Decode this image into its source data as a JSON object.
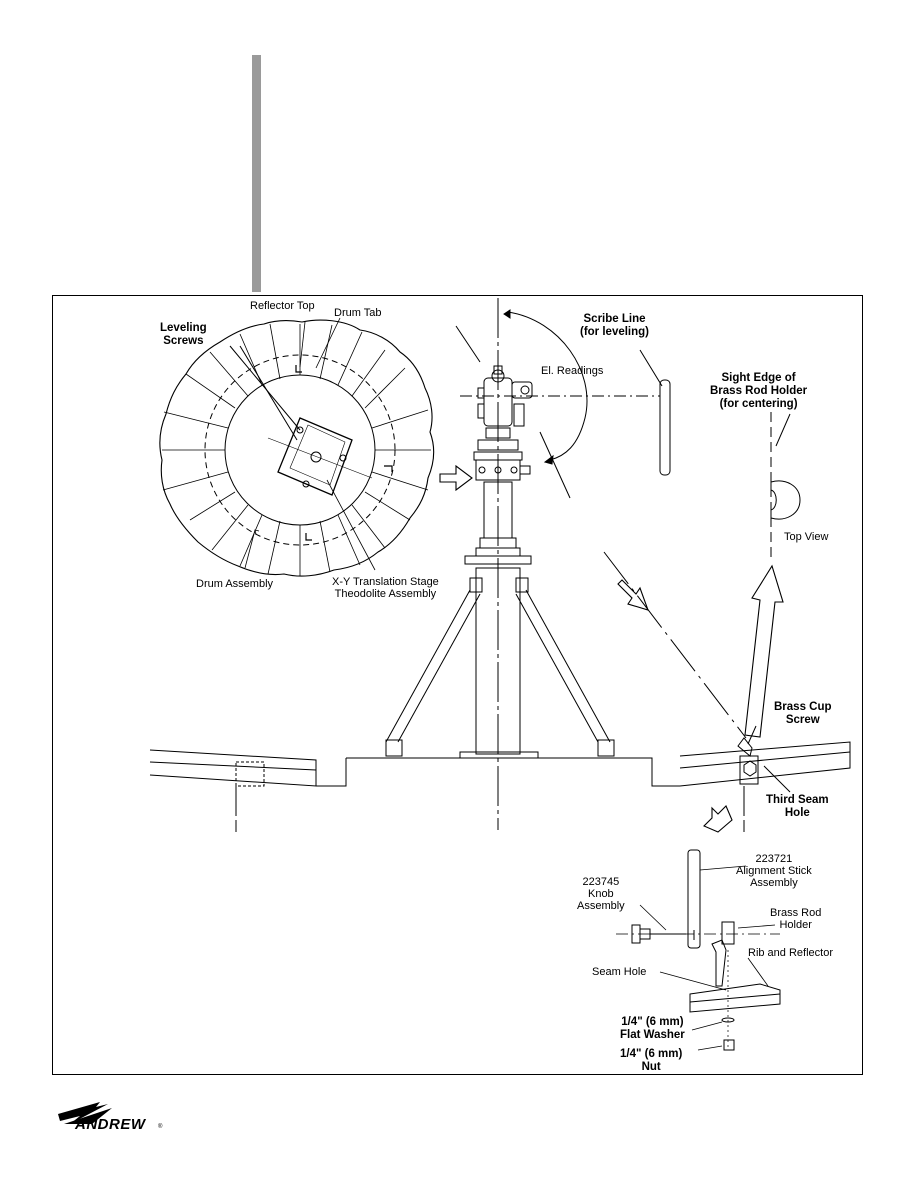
{
  "labels": {
    "reflector_top": "Reflector Top",
    "drum_tab": "Drum Tab",
    "leveling_screws": [
      "Leveling",
      "Screws"
    ],
    "drum_assembly": "Drum Assembly",
    "xy_stage": [
      "X-Y Translation Stage",
      "Theodolite Assembly"
    ],
    "scribe_line": [
      "Scribe Line",
      "(for leveling)"
    ],
    "el_readings": "El. Readings",
    "sight_edge": [
      "Sight Edge of",
      "Brass Rod Holder",
      "(for centering)"
    ],
    "top_view": "Top View",
    "brass_cup": [
      "Brass Cup",
      "Screw"
    ],
    "third_seam": [
      "Third Seam",
      "Hole"
    ],
    "alignment_stick": [
      "223721",
      "Alignment Stick",
      "Assembly"
    ],
    "knob_assembly": [
      "223745",
      "Knob",
      "Assembly"
    ],
    "brass_rod_holder": [
      "Brass Rod",
      "Holder"
    ],
    "rib_reflector": "Rib and Reflector",
    "seam_hole": "Seam Hole",
    "flat_washer": [
      "1/4\"  (6 mm)",
      "Flat Washer"
    ],
    "nut": [
      "1/4\"  (6 mm)",
      "Nut"
    ]
  },
  "logo": {
    "brand": "ANDREW",
    "mark": "®"
  }
}
